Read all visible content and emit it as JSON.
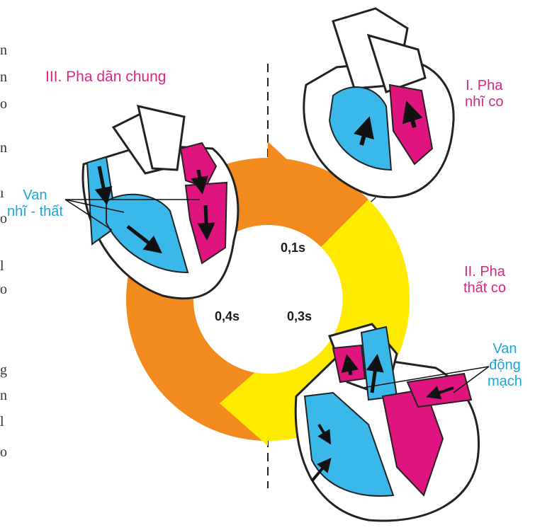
{
  "phases": {
    "phase1": {
      "title_line1": "I. Pha",
      "title_line2": "nhĩ co",
      "duration": "0,1s"
    },
    "phase2": {
      "title_line1": "II. Pha",
      "title_line2": "thất co",
      "duration": "0,3s"
    },
    "phase3": {
      "title": "III. Pha dãn chung",
      "duration": "0,4s"
    }
  },
  "valves": {
    "av": {
      "line1": "Van",
      "line2": "nhĩ - thất"
    },
    "semilunar": {
      "line1": "Van",
      "line2": "động",
      "line3": "mạch"
    }
  },
  "colors": {
    "atrium_blue": "#3bb8ea",
    "ventricle_magenta": "#e0147f",
    "cycle_orange": "#f28a1e",
    "cycle_yellow": "#ffeb00",
    "label_magenta": "#d6287f",
    "label_cyan": "#1aa5d8"
  },
  "left_edge_fragments": [
    "n",
    "n",
    "o",
    "n",
    "ı",
    "o",
    "l",
    "o",
    "g",
    "n",
    "l",
    "o"
  ]
}
